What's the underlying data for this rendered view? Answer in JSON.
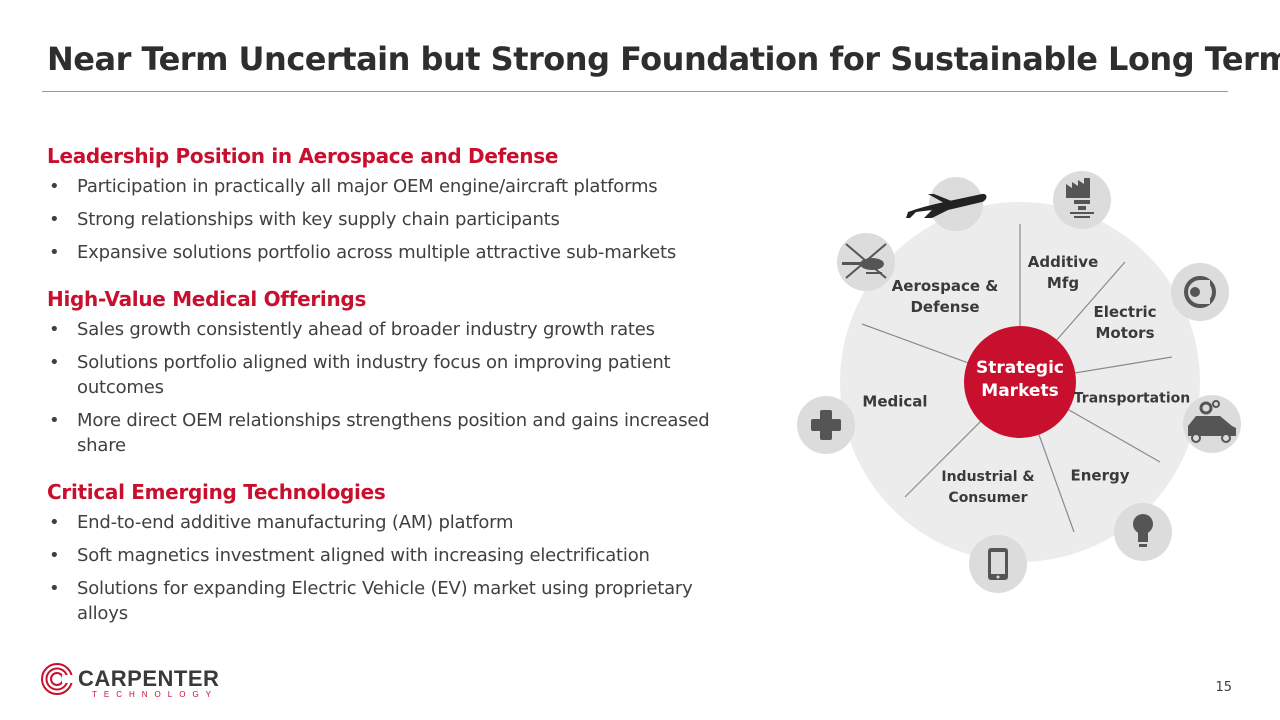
{
  "title": "Near Term Uncertain but Strong Foundation for Sustainable Long Term",
  "sections": [
    {
      "heading": "Leadership Position in Aerospace and Defense",
      "bullets": [
        "Participation in practically all major OEM engine/aircraft platforms",
        "Strong relationships with key supply chain participants",
        "Expansive solutions portfolio across multiple attractive sub-markets"
      ]
    },
    {
      "heading": "High-Value Medical Offerings",
      "bullets": [
        "Sales growth consistently ahead of broader industry growth rates",
        "Solutions portfolio aligned with industry focus on improving patient outcomes",
        "More direct OEM relationships strengthens position and gains increased share"
      ]
    },
    {
      "heading": "Critical Emerging Technologies",
      "bullets": [
        "End-to-end additive manufacturing (AM) platform",
        "Soft magnetics investment aligned with increasing electrification",
        "Solutions for expanding Electric Vehicle (EV) market using proprietary alloys"
      ]
    }
  ],
  "diagram": {
    "center": {
      "line1": "Strategic",
      "line2": "Markets"
    },
    "segments": [
      {
        "line1": "Aerospace &",
        "line2": "Defense"
      },
      {
        "line1": "Additive",
        "line2": "Mfg"
      },
      {
        "line1": "Electric",
        "line2": "Motors"
      },
      {
        "line1": "Transportation",
        "line2": ""
      },
      {
        "line1": "Energy",
        "line2": ""
      },
      {
        "line1": "Industrial &",
        "line2": "Consumer"
      },
      {
        "line1": "Medical",
        "line2": ""
      }
    ],
    "icons": [
      "airplane-icon",
      "factory-icon",
      "motor-icon",
      "car-icon",
      "lightbulb-icon",
      "smartphone-icon",
      "medical-cross-icon",
      "helicopter-icon"
    ]
  },
  "logo": {
    "name": "CARPENTER",
    "sub": "TECHNOLOGY"
  },
  "page_number": "15",
  "colors": {
    "accent": "#c8102e",
    "circle_bg": "#ececec",
    "icon_bg": "#dcdcdc",
    "text": "#404040"
  }
}
